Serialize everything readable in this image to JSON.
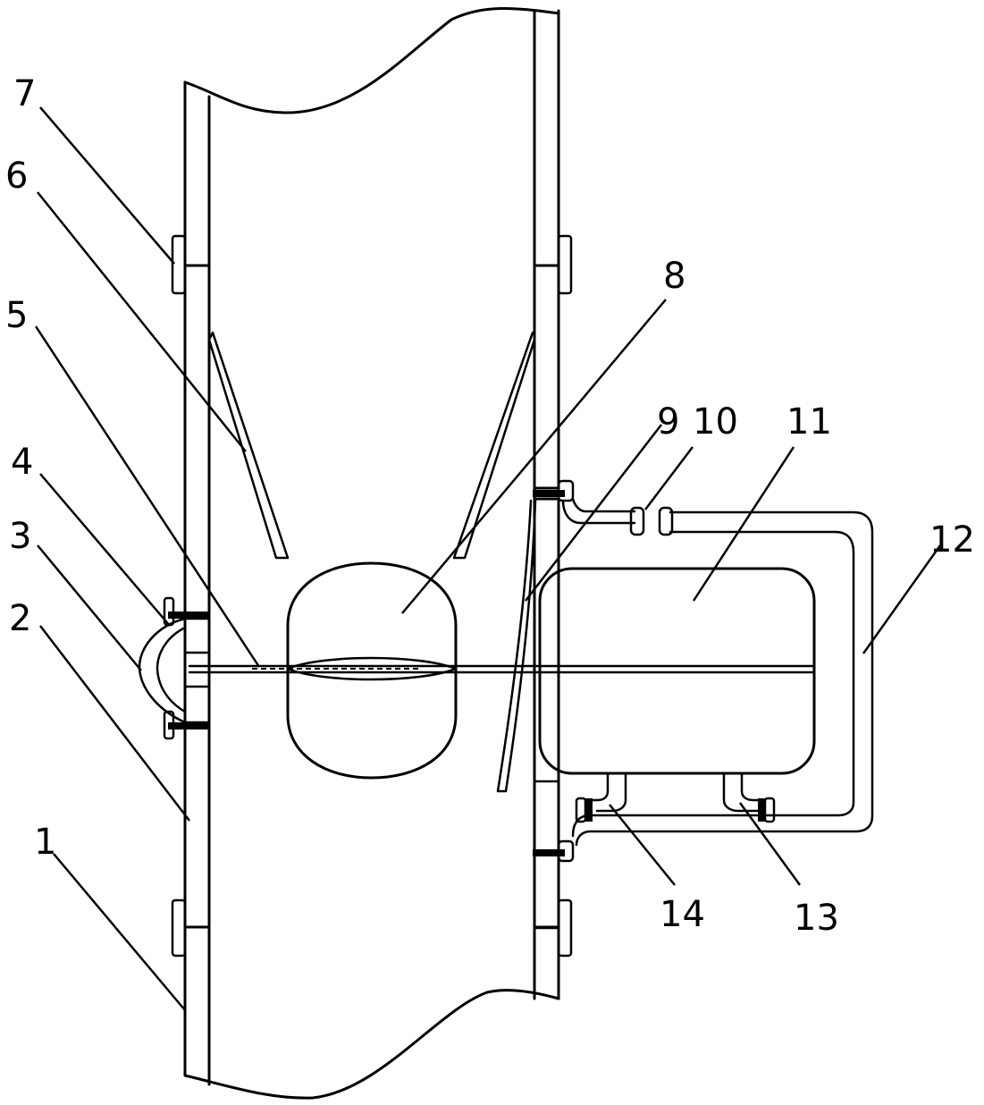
{
  "labels": [
    {
      "id": "1",
      "text": "1"
    },
    {
      "id": "2",
      "text": "2"
    },
    {
      "id": "3",
      "text": "3"
    },
    {
      "id": "4",
      "text": "4"
    },
    {
      "id": "5",
      "text": "5"
    },
    {
      "id": "6",
      "text": "6"
    },
    {
      "id": "7",
      "text": "7"
    },
    {
      "id": "8",
      "text": "8"
    },
    {
      "id": "9",
      "text": "9"
    },
    {
      "id": "10",
      "text": "10"
    },
    {
      "id": "11",
      "text": "11"
    },
    {
      "id": "12",
      "text": "12"
    },
    {
      "id": "13",
      "text": "13"
    },
    {
      "id": "14",
      "text": "14"
    }
  ],
  "colors": {
    "line": "#000000",
    "background": "#ffffff"
  }
}
